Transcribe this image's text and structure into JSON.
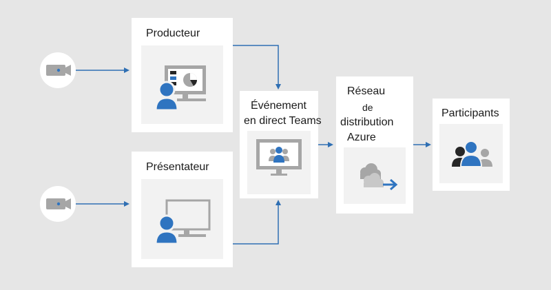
{
  "nodes": {
    "producer": {
      "label": "Producteur"
    },
    "presenter": {
      "label": "Présentateur"
    },
    "event": {
      "label_line1": "Événement",
      "label_line2": "en direct Teams"
    },
    "cdn": {
      "label_line1": "Réseau",
      "label_line2": "de",
      "label_line3": "distribution",
      "label_line4": "Azure"
    },
    "participants": {
      "label": "Participants"
    }
  },
  "icons": {
    "camera": "video-camera-icon",
    "producer": "producer-screen-icon",
    "presenter": "presenter-screen-icon",
    "event": "teams-event-screen-icon",
    "cdn": "cloud-arrow-icon",
    "participants": "group-people-icon"
  },
  "colors": {
    "background": "#e6e6e6",
    "card": "#ffffff",
    "inner": "#f2f2f2",
    "arrow": "#2f6fb3",
    "blue": "#2f74c0",
    "gray": "#a6a6a6",
    "dark": "#262626"
  }
}
